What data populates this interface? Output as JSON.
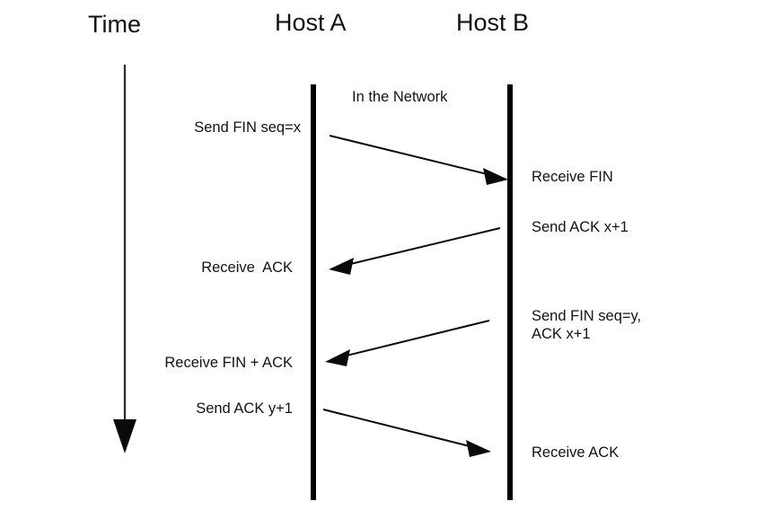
{
  "diagram": {
    "title_time": "Time",
    "host_a": "Host A",
    "host_b": "Host B",
    "network_label": "In the Network",
    "time_axis": {
      "direction": "downward",
      "arrow_name": "time-arrow"
    },
    "messages": [
      {
        "id": "fin-a-to-b",
        "send_label": "Send FIN seq=x",
        "send_side": "left",
        "recv_label": "Receive FIN",
        "recv_side": "right",
        "direction": "a-to-b"
      },
      {
        "id": "ack-b-to-a",
        "send_label": "Send ACK x+1",
        "send_side": "right",
        "recv_label": "Receive  ACK",
        "recv_side": "left",
        "direction": "b-to-a"
      },
      {
        "id": "finack-b-to-a",
        "send_label": "Send FIN seq=y,\nACK x+1",
        "send_side": "right",
        "recv_label": "Receive FIN + ACK",
        "recv_side": "left",
        "direction": "b-to-a"
      },
      {
        "id": "ack-a-to-b",
        "send_label": "Send ACK y+1",
        "send_side": "left",
        "recv_label": "Receive ACK",
        "recv_side": "right",
        "direction": "a-to-b"
      }
    ],
    "colors": {
      "background": "#ffffff",
      "ink": "#000000",
      "text": "#131313"
    }
  }
}
